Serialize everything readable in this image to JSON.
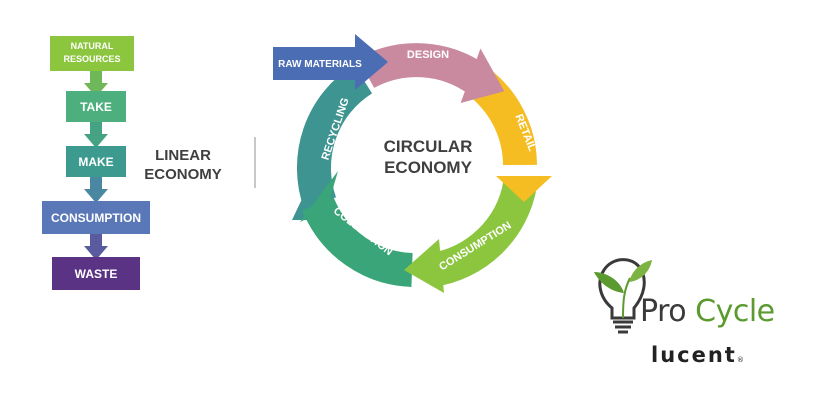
{
  "linear": {
    "steps": [
      {
        "lines": [
          "NATURAL",
          "RESOURCES"
        ],
        "color": "#8cc63f"
      },
      {
        "lines": [
          "TAKE"
        ],
        "color": "#4caf7d"
      },
      {
        "lines": [
          "MAKE"
        ],
        "color": "#3c9a8f"
      },
      {
        "lines": [
          "CONSUMPTION"
        ],
        "color": "#5a77b8"
      },
      {
        "lines": [
          "WASTE"
        ],
        "color": "#5b3385"
      }
    ],
    "title_lines": [
      "LINEAR",
      "ECONOMY"
    ]
  },
  "circular": {
    "center_lines": [
      "CIRCULAR",
      "ECONOMY"
    ],
    "entry_label": "RAW MATERIALS",
    "entry_color": "#4b6db3",
    "segments": [
      {
        "label": "DESIGN",
        "color": "#c98aa0"
      },
      {
        "label": "RETAIL",
        "color": "#f6bd22"
      },
      {
        "label": "CONSUMPTION",
        "color": "#8cc63f"
      },
      {
        "label": "COLLECTION",
        "color": "#3aa579"
      },
      {
        "label": "RECYCLING",
        "color": "#3d9490"
      }
    ]
  },
  "logo": {
    "pro": "Pro",
    "cycle": "Cycle",
    "company": "lucent",
    "reg": "®",
    "bulb_icon": "lightbulb-leaf-icon"
  }
}
